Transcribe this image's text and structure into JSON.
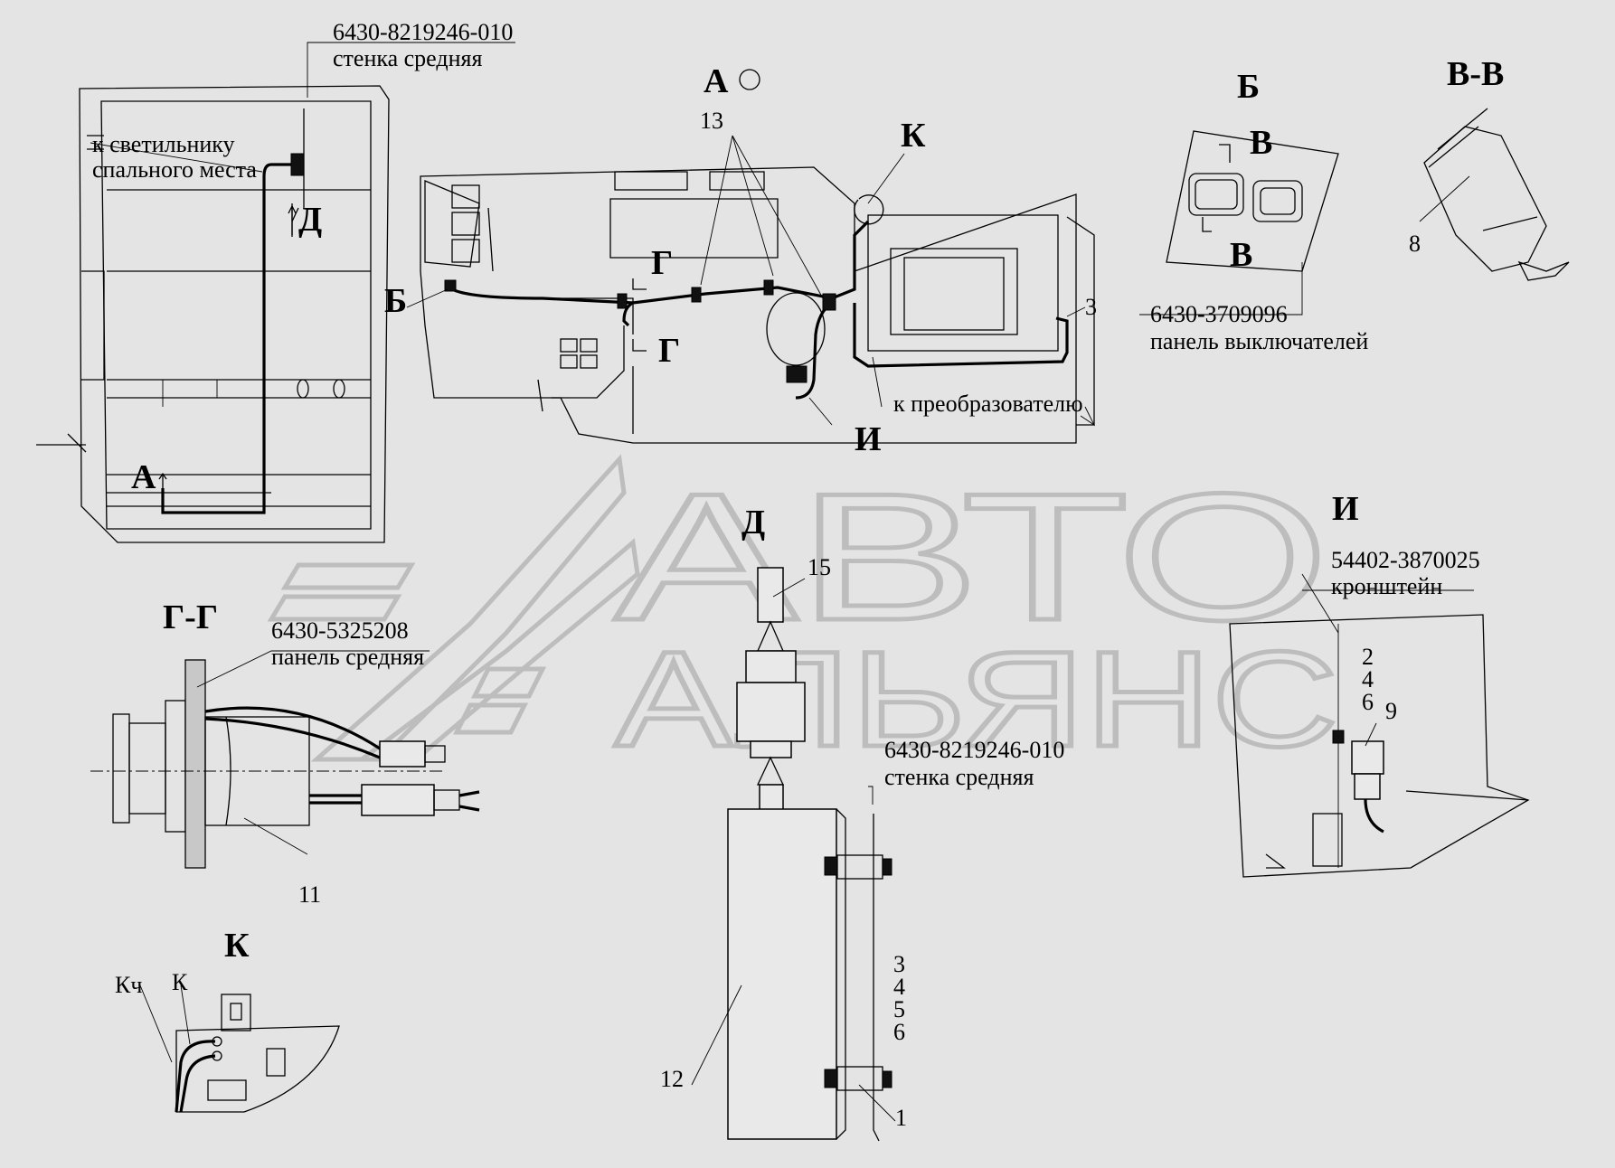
{
  "watermark": {
    "line1": "АВТО",
    "line2": "АЛЬЯНС"
  },
  "views": {
    "a": "А",
    "b": "Б",
    "v_v": "В-В",
    "g_g": "Г-Г",
    "d": "Д",
    "i": "И",
    "k": "К"
  },
  "marks": {
    "a": "А",
    "b": "Б",
    "v": "В",
    "g": "Г",
    "d": "Д",
    "i": "И",
    "k": "К",
    "kch": "Кч",
    "k_small": "К"
  },
  "callouts": {
    "wall_top_code": "6430-8219246-010",
    "wall_top_name": "стенка средняя",
    "lamp_line1": "к светильнику",
    "lamp_line2": "спального места",
    "switch_panel_code": "6430-3709096",
    "switch_panel_name": "панель выключателей",
    "converter": "к преобразователю",
    "mid_panel_code": "6430-5325208",
    "mid_panel_name": "панель средняя",
    "wall_mid_code": "6430-8219246-010",
    "wall_mid_name": "стенка средняя",
    "bracket_code": "54402-3870025",
    "bracket_name": "кронштейн"
  },
  "positions": {
    "p1": "1",
    "p2": "2",
    "p3": "3",
    "p3b": "3",
    "p4": "4",
    "p4b": "4",
    "p5": "5",
    "p6": "6",
    "p6b": "6",
    "p8": "8",
    "p9": "9",
    "p11": "11",
    "p12": "12",
    "p13": "13",
    "p15": "15"
  }
}
